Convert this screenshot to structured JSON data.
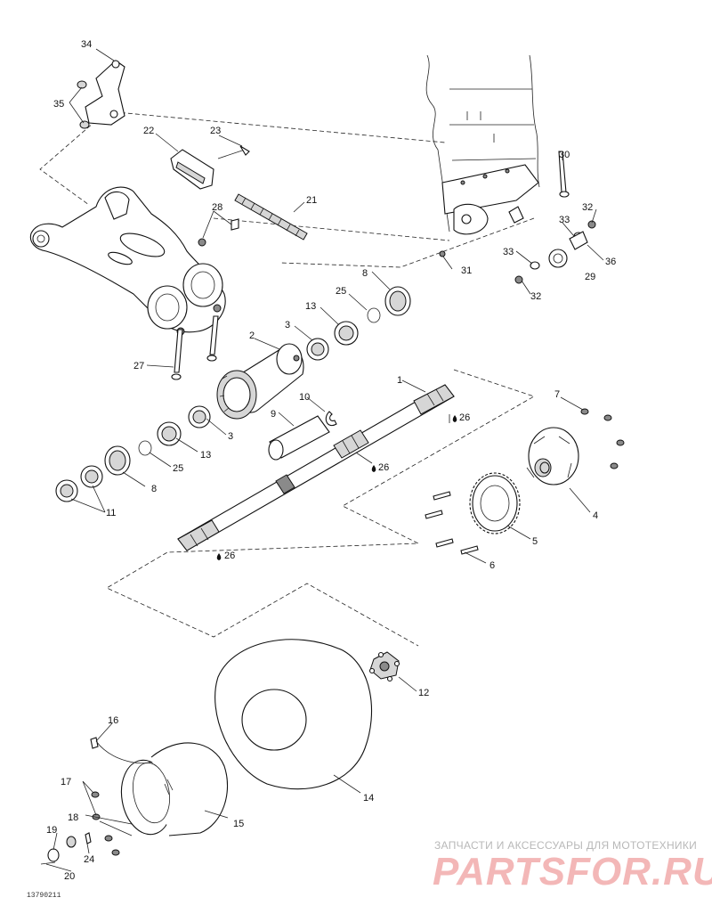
{
  "drawing_code": "13790211",
  "watermark": {
    "caption": "ЗАПЧАСТИ И АКСЕССУАРЫ ДЛЯ МОТОТЕХНИКИ",
    "logo": "PARTSFOR.RU"
  },
  "labels": [
    {
      "id": "34",
      "text": "34"
    },
    {
      "id": "35",
      "text": "35"
    },
    {
      "id": "22",
      "text": "22"
    },
    {
      "id": "23",
      "text": "23"
    },
    {
      "id": "21",
      "text": "21"
    },
    {
      "id": "28",
      "text": "28"
    },
    {
      "id": "30",
      "text": "30"
    },
    {
      "id": "32a",
      "text": "32"
    },
    {
      "id": "33a",
      "text": "33"
    },
    {
      "id": "36",
      "text": "36"
    },
    {
      "id": "33b",
      "text": "33"
    },
    {
      "id": "29",
      "text": "29"
    },
    {
      "id": "32b",
      "text": "32"
    },
    {
      "id": "31",
      "text": "31"
    },
    {
      "id": "8a",
      "text": "8"
    },
    {
      "id": "25a",
      "text": "25"
    },
    {
      "id": "13a",
      "text": "13"
    },
    {
      "id": "3a",
      "text": "3"
    },
    {
      "id": "2",
      "text": "2"
    },
    {
      "id": "27",
      "text": "27"
    },
    {
      "id": "1",
      "text": "1"
    },
    {
      "id": "26a",
      "text": "26"
    },
    {
      "id": "10",
      "text": "10"
    },
    {
      "id": "9",
      "text": "9"
    },
    {
      "id": "26b",
      "text": "26"
    },
    {
      "id": "3b",
      "text": "3"
    },
    {
      "id": "13b",
      "text": "13"
    },
    {
      "id": "25b",
      "text": "25"
    },
    {
      "id": "8b",
      "text": "8"
    },
    {
      "id": "11",
      "text": "11"
    },
    {
      "id": "7",
      "text": "7"
    },
    {
      "id": "4",
      "text": "4"
    },
    {
      "id": "5",
      "text": "5"
    },
    {
      "id": "6",
      "text": "6"
    },
    {
      "id": "26c",
      "text": "26"
    },
    {
      "id": "12",
      "text": "12"
    },
    {
      "id": "16",
      "text": "16"
    },
    {
      "id": "14",
      "text": "14"
    },
    {
      "id": "17",
      "text": "17"
    },
    {
      "id": "18",
      "text": "18"
    },
    {
      "id": "15",
      "text": "15"
    },
    {
      "id": "19",
      "text": "19"
    },
    {
      "id": "24",
      "text": "24"
    },
    {
      "id": "20",
      "text": "20"
    }
  ]
}
